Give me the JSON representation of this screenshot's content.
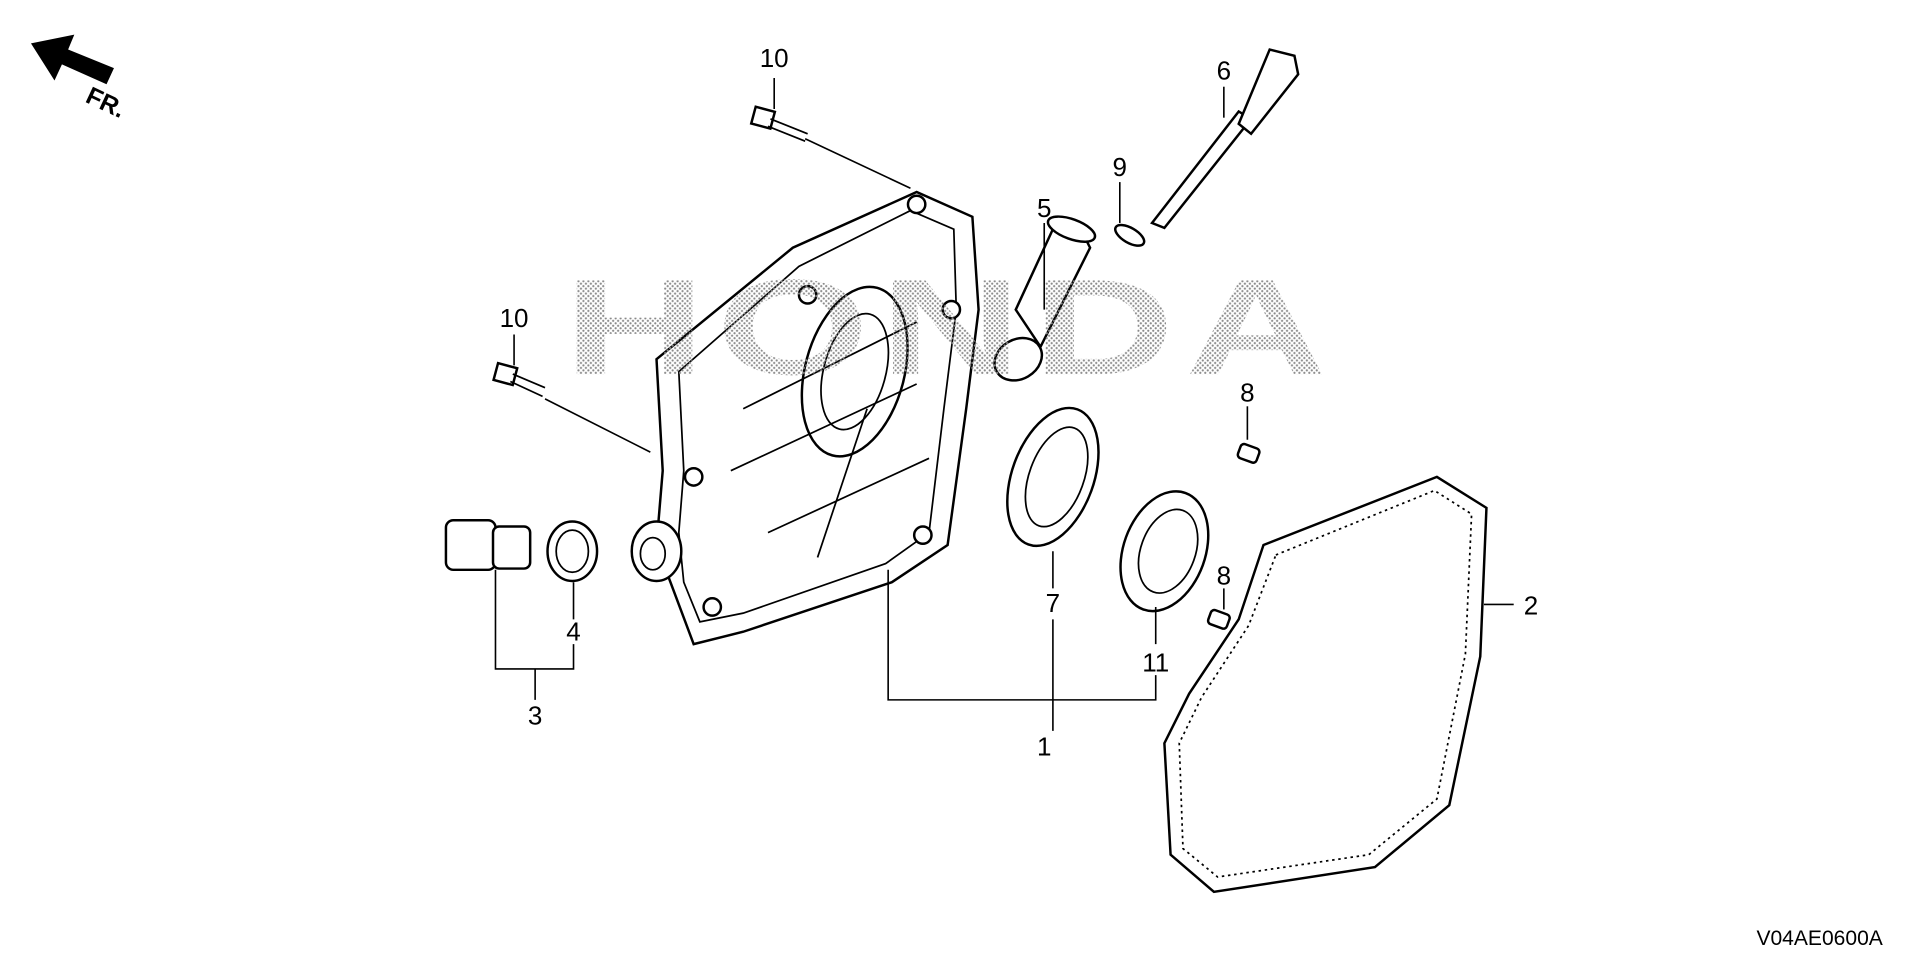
{
  "diagram": {
    "direction_label": "FR.",
    "watermark": "HONDA",
    "diagram_code": "V04AE0600A",
    "callouts": [
      "1",
      "2",
      "3",
      "4",
      "5",
      "6",
      "7",
      "8",
      "8",
      "9",
      "10",
      "10",
      "11"
    ],
    "colors": {
      "line": "#000000",
      "background": "#ffffff",
      "watermark": "#9a9a9a"
    }
  }
}
